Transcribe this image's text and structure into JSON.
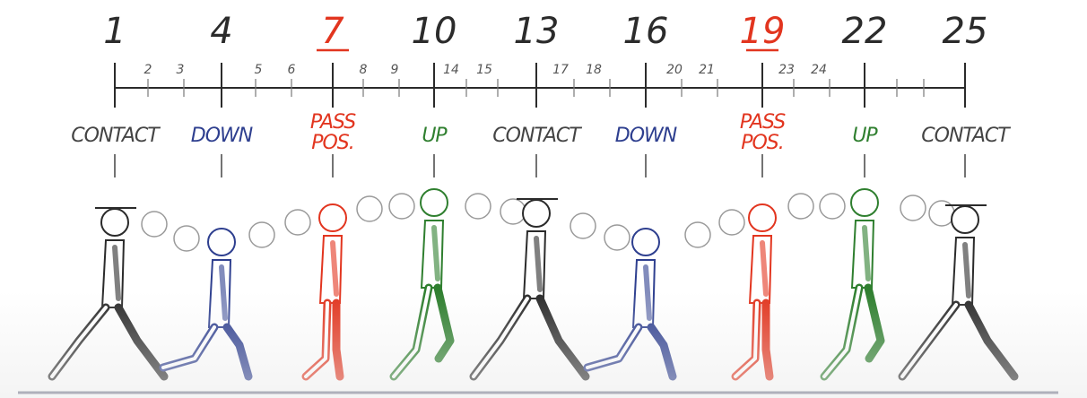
{
  "colors": {
    "black": "#2b2b2b",
    "blue": "#2e3f8f",
    "red": "#e2351f",
    "green": "#2f7f2f",
    "gray": "#8a8a8a",
    "floor": "#6d6f86"
  },
  "keys": [
    {
      "number": "1",
      "pose": "CONTACT",
      "color": "black"
    },
    {
      "number": "4",
      "pose": "DOWN",
      "color": "blue"
    },
    {
      "number": "7",
      "pose": "PASS POS.",
      "color": "red",
      "underline": true
    },
    {
      "number": "10",
      "pose": "UP",
      "color": "green"
    },
    {
      "number": "13",
      "pose": "CONTACT",
      "color": "black"
    },
    {
      "number": "16",
      "pose": "DOWN",
      "color": "blue"
    },
    {
      "number": "19",
      "pose": "PASS POS.",
      "color": "red",
      "underline": true
    },
    {
      "number": "22",
      "pose": "UP",
      "color": "green"
    },
    {
      "number": "25",
      "pose": "CONTACT",
      "color": "black"
    }
  ],
  "inbetween_labels": [
    "2",
    "3",
    "5",
    "6",
    "8",
    "9",
    "14",
    "15",
    "17",
    "18",
    "20",
    "21",
    "23",
    "24"
  ],
  "inbetween_raw_text": [
    "2 3",
    "5 6",
    "8 9",
    "14, 15",
    "17 18",
    "20 21",
    "23 24"
  ]
}
